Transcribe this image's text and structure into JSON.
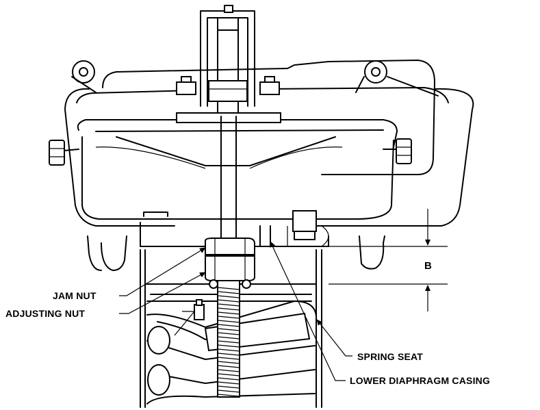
{
  "labels": {
    "jam_nut": "JAM NUT",
    "adjusting_nut": "ADJUSTING NUT",
    "spring_seat": "SPRING SEAT",
    "lower_diaphragm_casing": "LOWER DIAPHRAGM CASING",
    "dimension_b": "B"
  }
}
